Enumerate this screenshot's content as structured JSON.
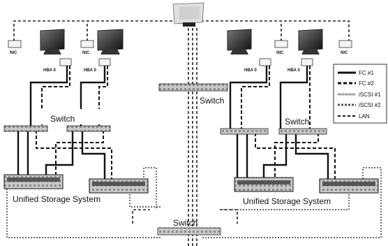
{
  "diagram": {
    "nic_label": "NIC",
    "hba_label": "HBA 0",
    "switch_label": "Switch",
    "storage_label": "Unified Storage System",
    "legend": [
      {
        "name": "FC #1",
        "style": "fc1"
      },
      {
        "name": "FC #2",
        "style": "fc2"
      },
      {
        "name": "iSCSI #1",
        "style": "iscsi1"
      },
      {
        "name": "iSCSI #2",
        "style": "iscsi2"
      },
      {
        "name": "LAN",
        "style": "lan"
      }
    ]
  }
}
